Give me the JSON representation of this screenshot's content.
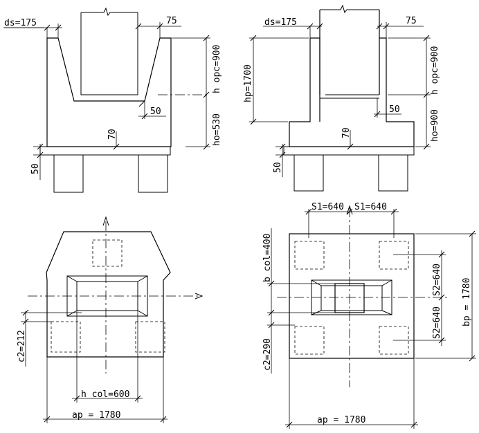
{
  "figures": {
    "a": {
      "ds": "ds=175",
      "top_right": "75",
      "h_opc": "h opc=900",
      "ho": "ho=530",
      "mid_50": "50",
      "mid_70": "70",
      "left_50": "50"
    },
    "b": {
      "ds": "ds=175",
      "top_right": "75",
      "hp": "hp=1700",
      "h_opc": "h opc=900",
      "ho": "ho=900",
      "mid_50": "50",
      "mid_70": "70",
      "left_50": "50"
    },
    "c": {
      "c2": "c2=212",
      "h_col": "h col=600",
      "ap": "ap = 1780"
    },
    "d": {
      "s1_left": "S1=640",
      "s1_right": "S1=640",
      "b_col": "b col=400",
      "c2": "c2=290",
      "s2_top": "S2=640",
      "s2_bottom": "S2=640",
      "bp": "bp = 1780",
      "ap": "ap = 1780"
    }
  }
}
